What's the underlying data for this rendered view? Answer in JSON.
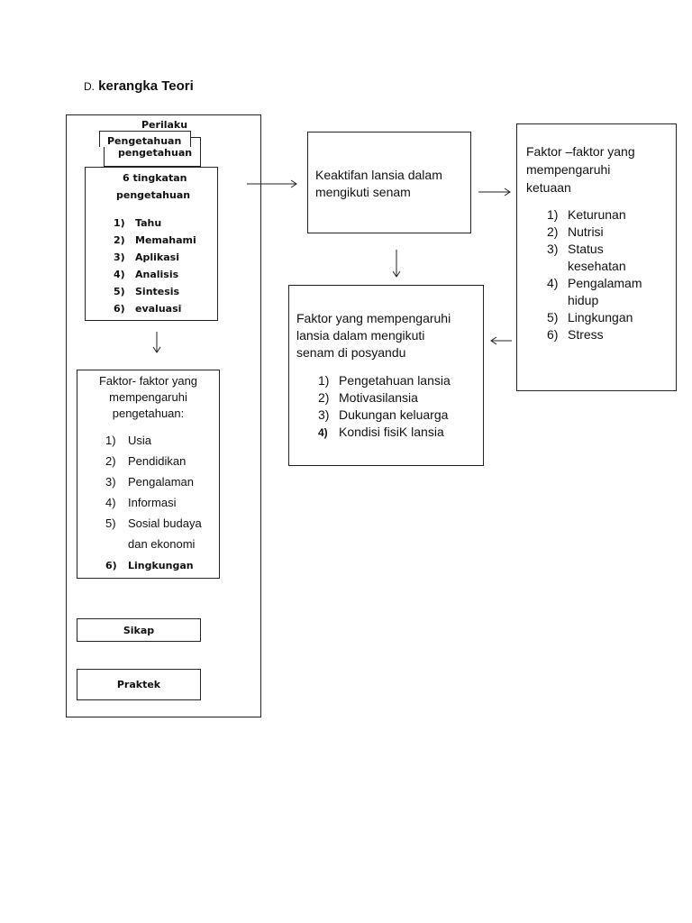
{
  "title": {
    "prefix": "D.",
    "text": "kerangka Teori"
  },
  "perilaku_box": {
    "label": "Perilaku",
    "front_tab": "Pengetahuan",
    "back_tab": "pengetahuan",
    "levels_title_line1": "6 tingkatan",
    "levels_title_line2": "pengetahuan",
    "levels": [
      {
        "num": "1)",
        "text": "Tahu"
      },
      {
        "num": "2)",
        "text": "Memahami"
      },
      {
        "num": "3)",
        "text": "Aplikasi"
      },
      {
        "num": "4)",
        "text": "Analisis"
      },
      {
        "num": "5)",
        "text": "Sintesis"
      },
      {
        "num": "6)",
        "text": "evaluasi"
      }
    ],
    "factors": {
      "title_lines": [
        "Faktor- faktor yang",
        "mempengaruhi",
        "pengetahuan:"
      ],
      "items": [
        {
          "num": "1)",
          "text": "Usia"
        },
        {
          "num": "2)",
          "text": "Pendidikan"
        },
        {
          "num": "3)",
          "text": "Pengalaman"
        },
        {
          "num": "4)",
          "text": "Informasi"
        },
        {
          "num": "5)",
          "text": "Sosial budaya"
        },
        {
          "num": "",
          "text": "dan ekonomi"
        },
        {
          "num": "6)",
          "text": "Lingkungan"
        }
      ]
    },
    "sikap": "Sikap",
    "praktek": "Praktek"
  },
  "keaktifan_box": {
    "lines": [
      "Keaktifan lansia dalam",
      "mengikuti senam"
    ]
  },
  "ketuaan_box": {
    "title_lines": [
      "Faktor –faktor yang",
      "mempengaruhi",
      "ketuaan"
    ],
    "items": [
      {
        "num": "1)",
        "text": "Keturunan"
      },
      {
        "num": "2)",
        "text": "Nutrisi"
      },
      {
        "num": "3)",
        "text": "Status"
      },
      {
        "num": "",
        "text": "kesehatan"
      },
      {
        "num": "4)",
        "text": "Pengalamam"
      },
      {
        "num": "",
        "text": "hidup"
      },
      {
        "num": "5)",
        "text": "Lingkungan"
      },
      {
        "num": "6)",
        "text": "Stress"
      }
    ]
  },
  "posyandu_box": {
    "title_lines": [
      "Faktor yang mempengaruhi",
      "lansia dalam  mengikuti",
      "senam di posyandu"
    ],
    "items": [
      {
        "num": "1)",
        "text": "Pengetahuan lansia"
      },
      {
        "num": "2)",
        "text": "Motivasilansia"
      },
      {
        "num": "3)",
        "text": "Dukungan keluarga"
      },
      {
        "num": "4)",
        "text": "Kondisi fisiK lansia"
      }
    ]
  }
}
